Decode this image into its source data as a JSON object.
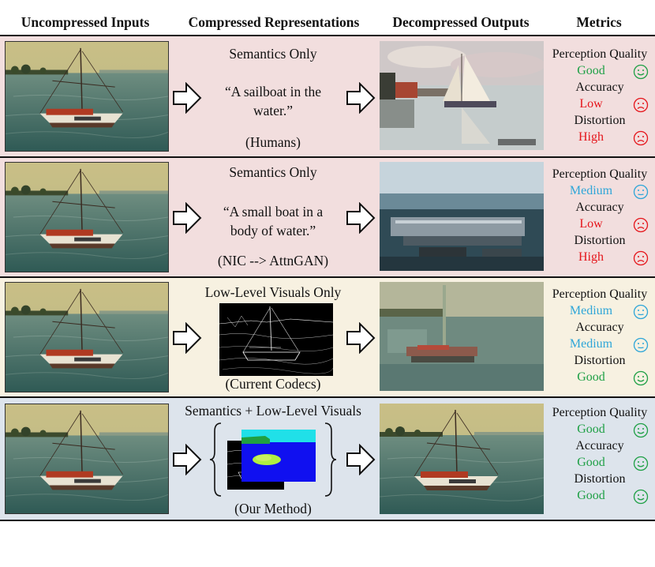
{
  "headers": {
    "inputs": "Uncompressed Inputs",
    "representations": "Compressed Representations",
    "outputs": "Decompressed Outputs",
    "metrics": "Metrics"
  },
  "metric_labels": {
    "perception": "Perception Quality",
    "accuracy": "Accuracy",
    "distortion": "Distortion"
  },
  "rows": [
    {
      "title": "Semantics Only",
      "caption": "“A sailboat in the water.”",
      "source": "(Humans)",
      "output_desc": "painting",
      "perception": "Good",
      "accuracy": "Low",
      "distortion": "High",
      "status_colors": [
        "#1fa046",
        "#e5151b",
        "#e5151b"
      ]
    },
    {
      "title": "Semantics Only",
      "caption": "“A small boat in a body of water.”",
      "source": "(NIC --> AttnGAN)",
      "perception": "Medium",
      "accuracy": "Low",
      "distortion": "High",
      "status_colors": [
        "#2ea6d8",
        "#e5151b",
        "#e5151b"
      ]
    },
    {
      "title": "Low-Level Visuals Only",
      "source": "(Current Codecs)",
      "perception": "Medium",
      "accuracy": "Medium",
      "distortion": "Good",
      "status_colors": [
        "#2ea6d8",
        "#2ea6d8",
        "#1fa046"
      ]
    },
    {
      "title": "Semantics + Low-Level Visuals",
      "source": "(Our Method)",
      "perception": "Good",
      "accuracy": "Good",
      "distortion": "Good",
      "status_colors": [
        "#1fa046",
        "#1fa046",
        "#1fa046"
      ]
    }
  ],
  "row_backgrounds": [
    "#f2dede",
    "#f2dede",
    "#f7f1e1",
    "#dde4ec"
  ]
}
